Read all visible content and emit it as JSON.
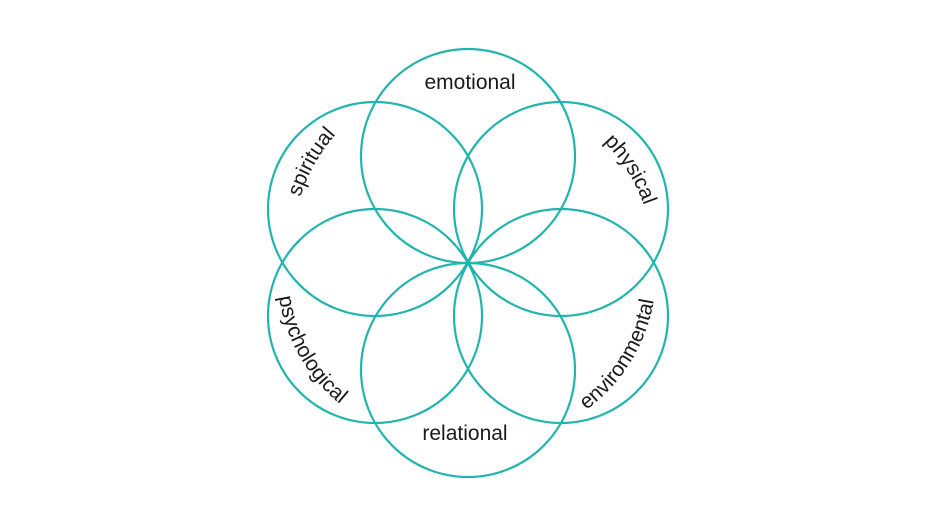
{
  "diagram": {
    "stroke_color": "#21b5ad",
    "text_color": "#1a1a1a",
    "labels": {
      "emotional": "emotional",
      "physical": "physical",
      "environmental": "environmental",
      "relational": "relational",
      "psychological": "psychological",
      "spiritual": "spiritual"
    }
  }
}
